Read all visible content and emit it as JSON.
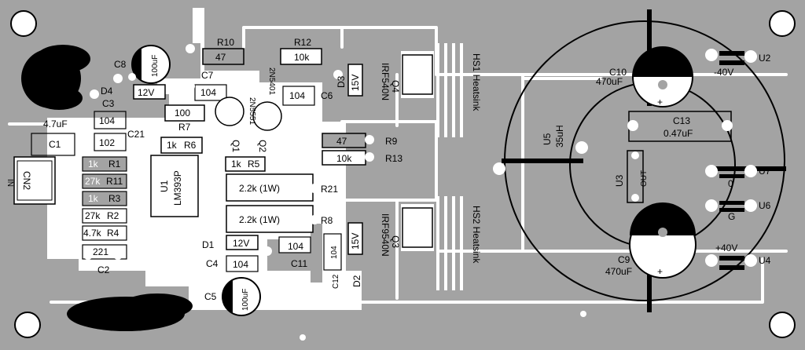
{
  "colors": {
    "copper": "#a3a3a3",
    "trace": "#ffffff",
    "silk": "#000000"
  },
  "labels": {
    "r10": "R10",
    "r10_val": "47",
    "r12": "R12",
    "r12_val": "10k",
    "c8": "C8",
    "c8_val": "100uF",
    "d4": "D4",
    "d4_val": "12V",
    "c3": "C3",
    "c3_val": "104",
    "c7": "C7",
    "c7_val": "104",
    "c6": "C6",
    "c6_val": "104",
    "q1_type": "2N5551",
    "q2_type": "2N5401",
    "r7": "R7",
    "r7_val": "100",
    "r6": "R6",
    "r6_val": "1k",
    "q1": "Q1",
    "q2": "Q2",
    "c1": "C1",
    "c1_val": "4.7uF",
    "in": "IN",
    "cn2": "CN2",
    "c21": "C21",
    "c21_val": "102",
    "r1": "R1",
    "r1_val": "1k",
    "r11": "R11",
    "r11_val": "27k",
    "r3": "R3",
    "r3_val": "1k",
    "r2": "R2",
    "r2_val": "27k",
    "r4": "R4",
    "r4_val": "4.7k",
    "c2": "C2",
    "c2_val": "221",
    "u1": "U1",
    "u1_type": "LM393P",
    "r5": "R5",
    "r5_val": "1k",
    "r21": "R21",
    "r21_val": "2.2k (1W)",
    "r8": "R8",
    "r8_val": "2.2k (1W)",
    "d1": "D1",
    "d1_val": "12V",
    "c4": "C4",
    "c4_val": "104",
    "c11": "C11",
    "c11_val": "104",
    "c12": "C12",
    "c12_val": "104",
    "c5": "C5",
    "c5_val": "100uF",
    "d3": "D3",
    "d3_val": "15V",
    "d2": "D2",
    "d2_val": "15V",
    "r9": "R9",
    "r9_val": "47",
    "r13": "R13",
    "r13_val": "10k",
    "q4": "Q4",
    "q4_type": "IRF540N",
    "q3": "Q3",
    "q3_type": "IRF9540N",
    "hs1": "HS1 Heatsink",
    "hs2": "HS2 Heatsink",
    "c10": "C10",
    "c10_val": "470uF",
    "c9": "C9",
    "c9_val": "470uF",
    "c13": "C13",
    "c13_val": "0.47uF",
    "u5": "U5",
    "u5_val": "35uH",
    "u3": "U3",
    "out": "OUT",
    "u2": "U2",
    "u2_val": "-40V",
    "u7": "U7",
    "u7_val": "0",
    "u6": "U6",
    "u6_val": "G",
    "u4": "U4",
    "u4_val": "+40V",
    "plus": "+"
  }
}
